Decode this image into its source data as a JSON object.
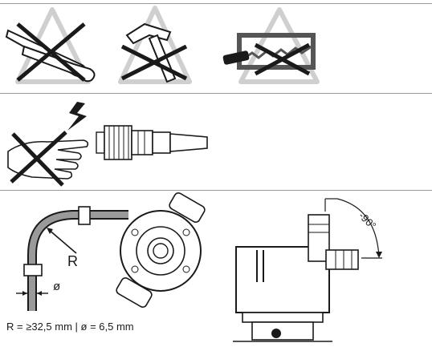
{
  "labels": {
    "bend_radius": "R",
    "diameter": "ø",
    "angle": "-90°"
  },
  "caption": "R = ≥32,5 mm | ø = 6,5 mm",
  "icons": [
    "no-clamping-tools-warning-icon",
    "no-hammer-warning-icon",
    "no-saw-warning-icon",
    "no-touch-electrostatic-icon"
  ],
  "colors": {
    "line": "#1a1a1a",
    "gray": "#9a9a9a",
    "light_gray": "#cfcfcf"
  }
}
